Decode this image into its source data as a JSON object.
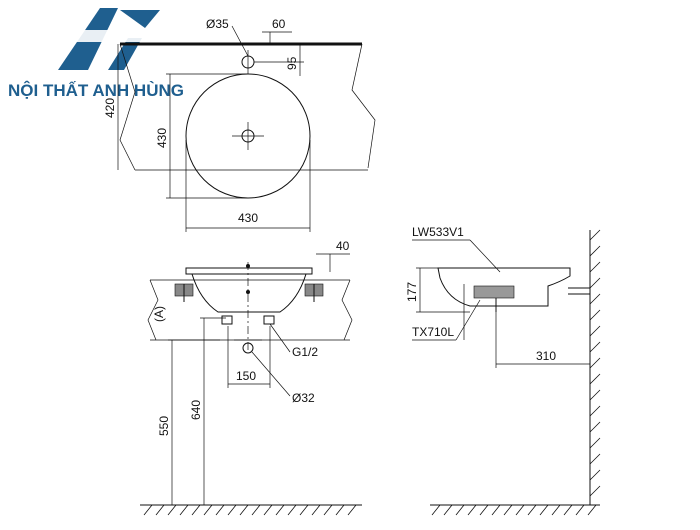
{
  "brand": {
    "name": "NỘI THẤT ANH HÙNG",
    "logo_color": "#1f5f8f"
  },
  "top_view": {
    "hole_dia": "Ø35",
    "offset_60": "60",
    "offset_95": "95",
    "dim_420": "420",
    "dim_430_v": "430",
    "dim_430_h": "430"
  },
  "front_view": {
    "dim_40": "40",
    "label_a": "(A)",
    "thread": "G1/2",
    "dim_150": "150",
    "drain_dia": "Ø32",
    "height_550": "550",
    "height_640": "640"
  },
  "side_view": {
    "basin_model": "LW533V1",
    "faucet_model": "TX710L",
    "dim_177": "177",
    "dim_310": "310"
  }
}
